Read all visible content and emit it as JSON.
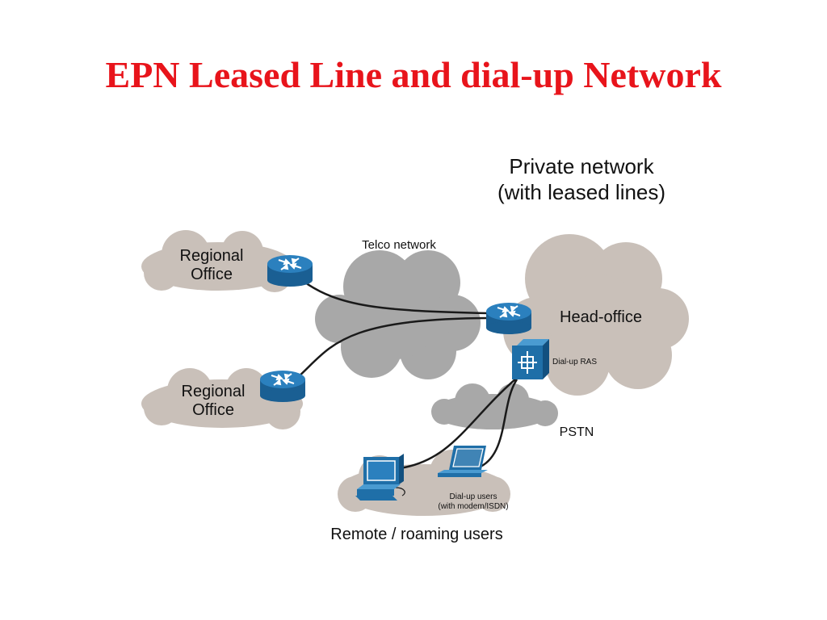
{
  "slide": {
    "title": "EPN Leased Line and dial-up Network"
  },
  "diagram": {
    "private_network_line1": "Private network",
    "private_network_line2": "(with leased lines)",
    "telco_network": "Telco network",
    "regional_office_top_line1": "Regional",
    "regional_office_top_line2": "Office",
    "regional_office_bottom_line1": "Regional",
    "regional_office_bottom_line2": "Office",
    "head_office": "Head-office",
    "dialup_ras": "Dial-up RAS",
    "pstn": "PSTN",
    "dialup_users_line1": "Dial-up users",
    "dialup_users_line2": "(with modem/ISDN)",
    "remote_users": "Remote / roaming users"
  },
  "colors": {
    "title": "#e8141b",
    "beige_cloud": "#c9c0b9",
    "grey_cloud": "#a8a8a8",
    "device_blue": "#1f6fa8",
    "link": "#1a1a1a"
  }
}
